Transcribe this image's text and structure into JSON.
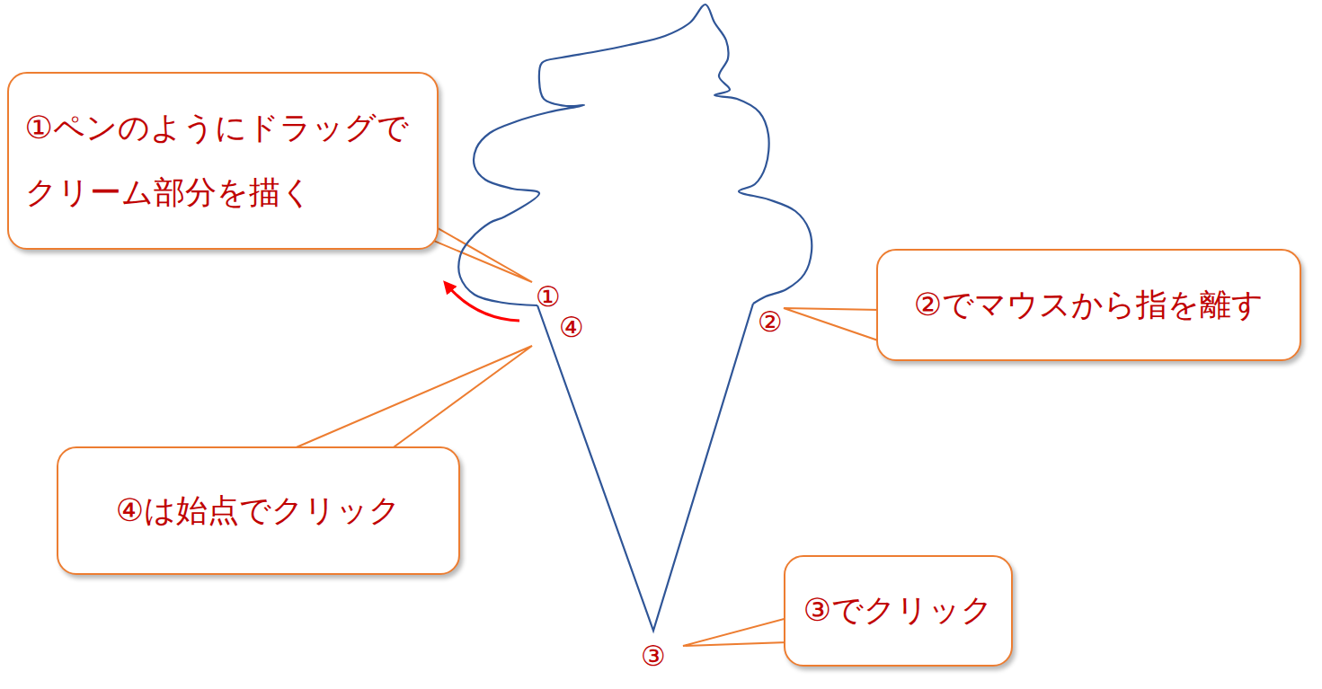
{
  "diagram": {
    "nodes": [
      {
        "text": [
          "①ペンのようにドラッグで クリーム部分を描く"
        ]
      },
      {
        "text": [
          "②でマウスから指を離す"
        ]
      },
      {
        "text": [
          "④は始点でクリック"
        ]
      },
      {
        "text": [
          "③でクリック"
        ]
      }
    ],
    "labels": [
      "①",
      "④",
      "②",
      "③"
    ]
  }
}
